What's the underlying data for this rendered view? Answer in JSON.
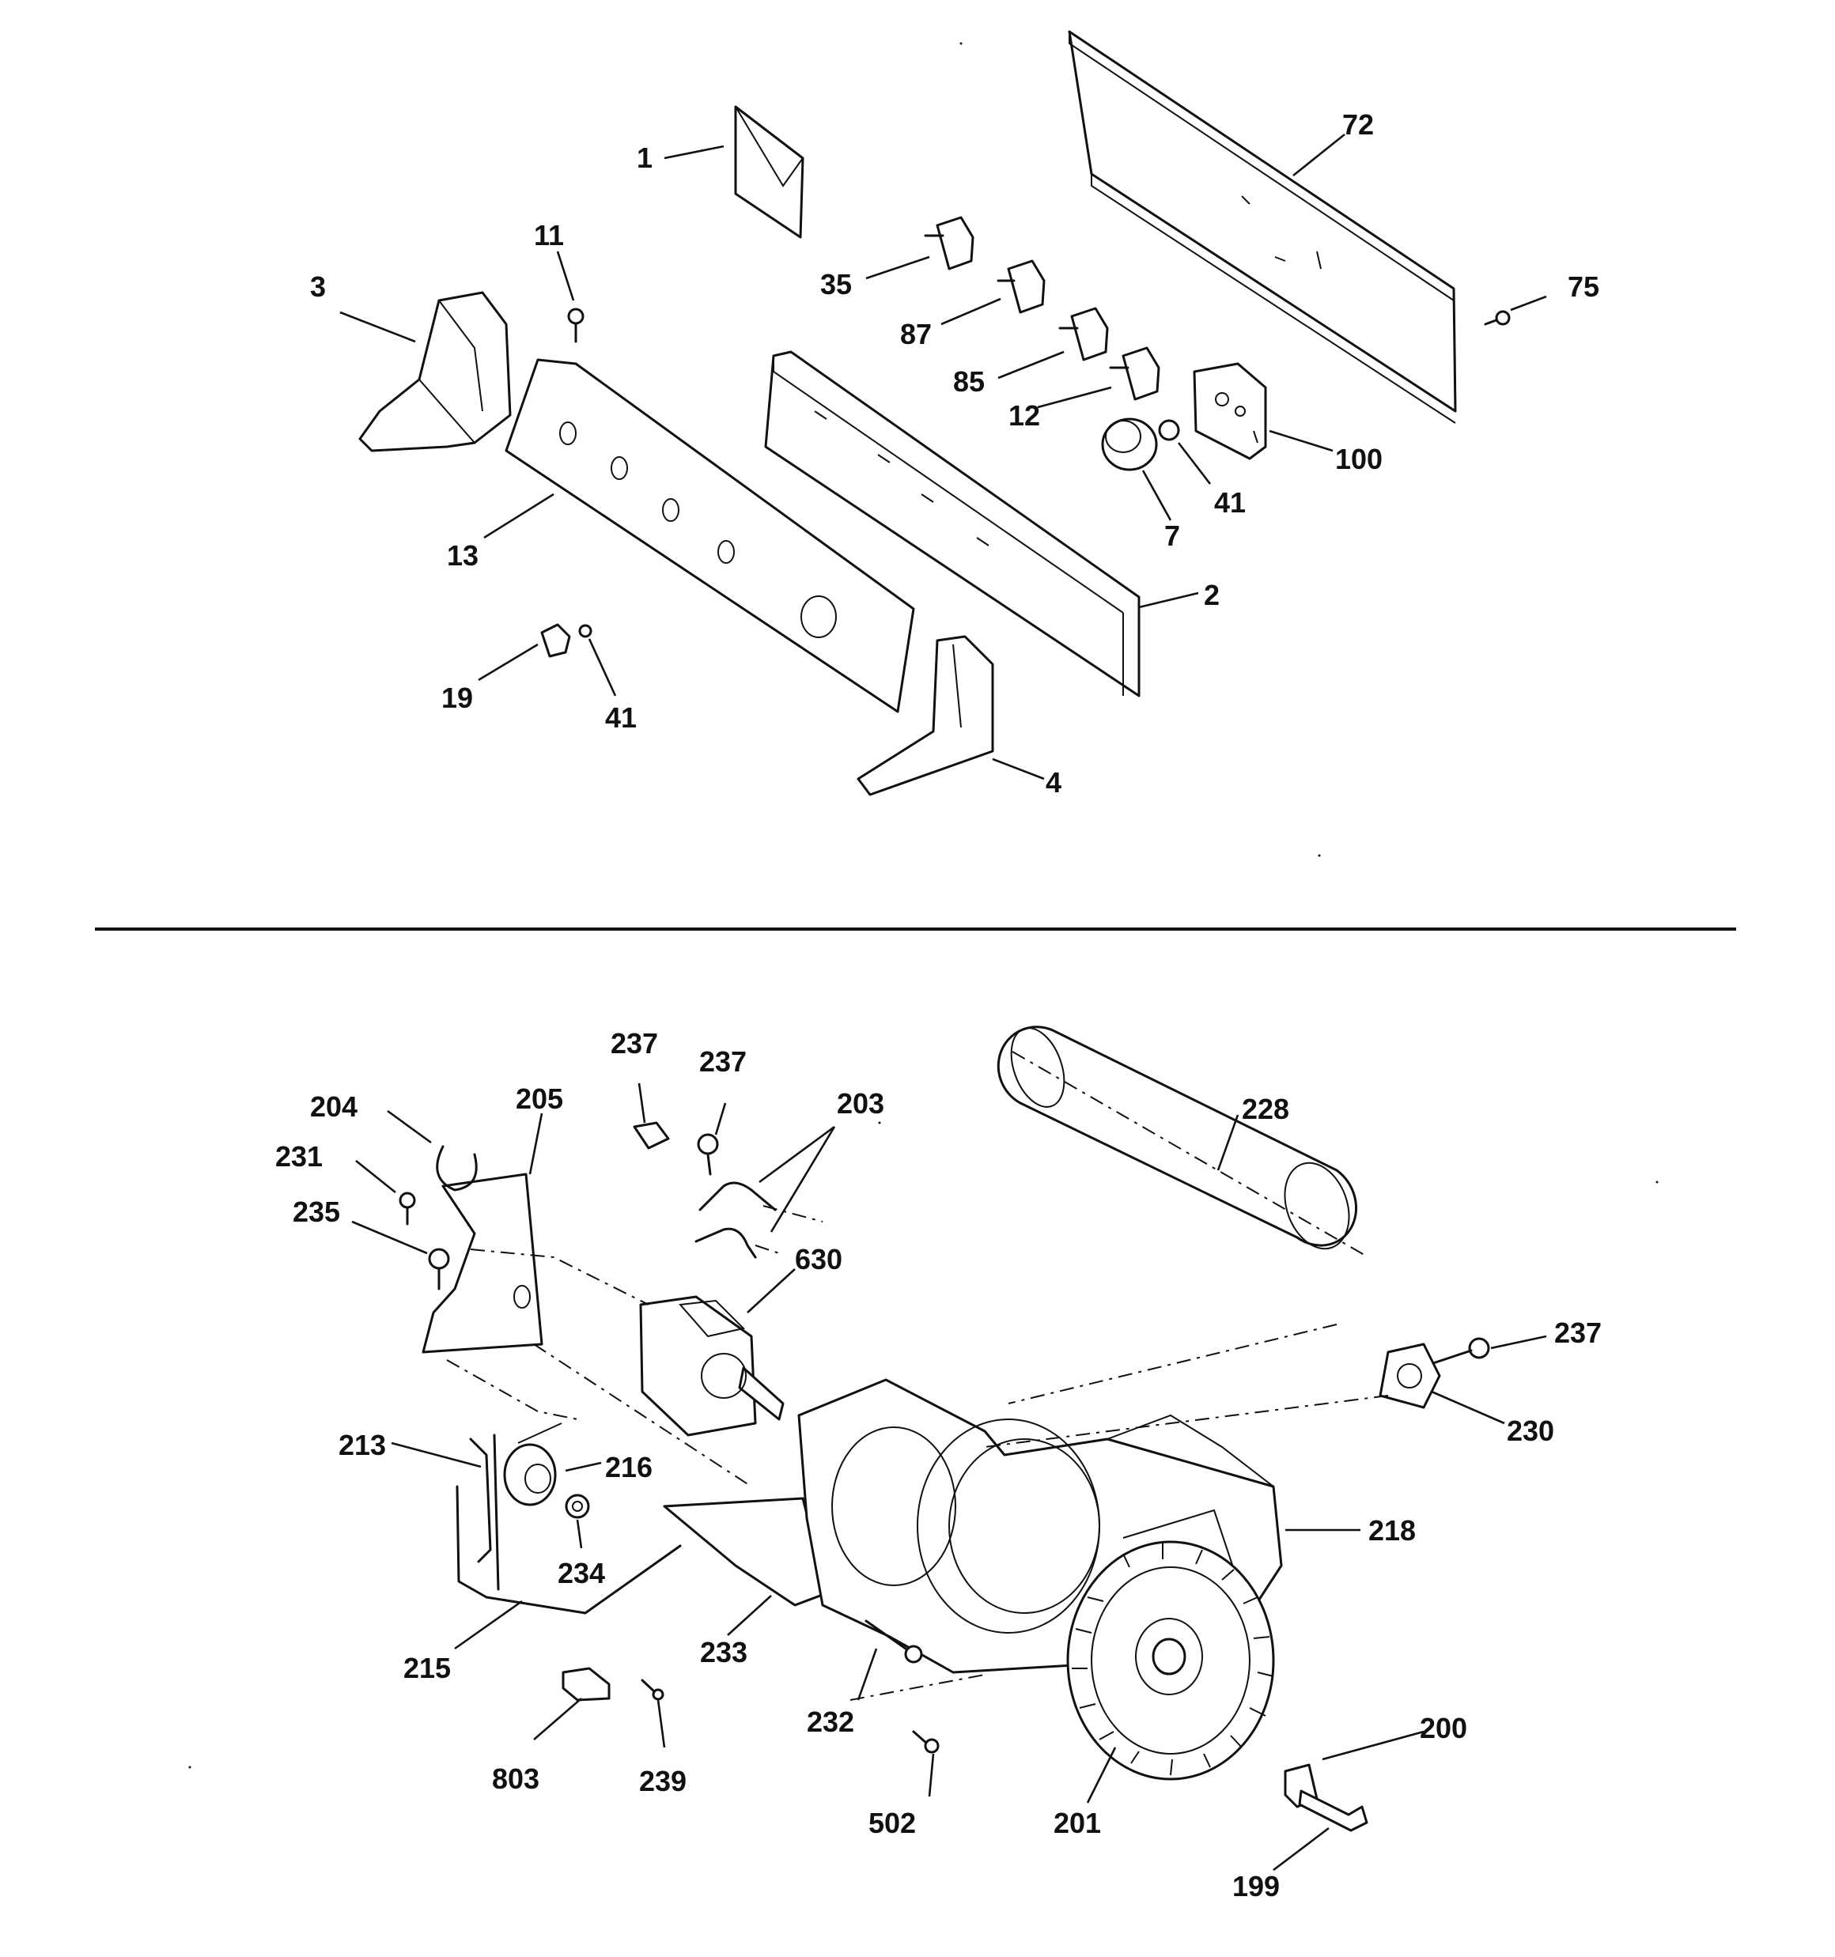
{
  "labels": {
    "l1": "1",
    "l72": "72",
    "l11": "11",
    "l3": "3",
    "l35": "35",
    "l87": "87",
    "l85": "85",
    "l12": "12",
    "l75": "75",
    "l100": "100",
    "l41a": "41",
    "l7": "7",
    "l13": "13",
    "l2": "2",
    "l19": "19",
    "l41b": "41",
    "l4": "4",
    "l237a": "237",
    "l237b": "237",
    "l203": "203",
    "l204": "204",
    "l205": "205",
    "l228": "228",
    "l231": "231",
    "l235": "235",
    "l630": "630",
    "l237c": "237",
    "l230": "230",
    "l213": "213",
    "l216": "216",
    "l218": "218",
    "l234": "234",
    "l215": "215",
    "l233": "233",
    "l232": "232",
    "l803": "803",
    "l239": "239",
    "l200": "200",
    "l502": "502",
    "l201": "201",
    "l199": "199"
  }
}
